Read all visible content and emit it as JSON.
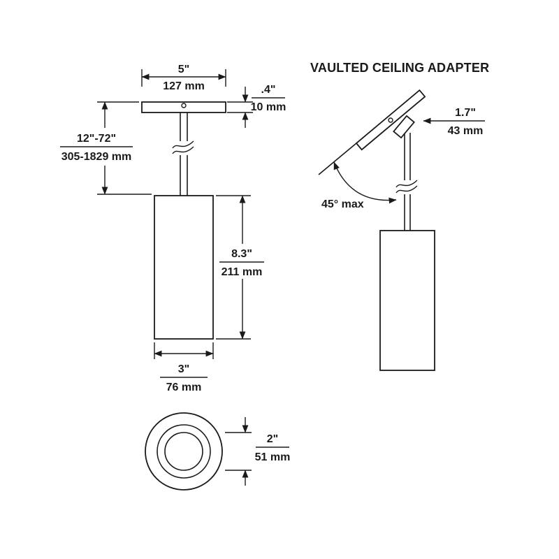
{
  "diagram": {
    "right_title": "VAULTED CEILING ADAPTER",
    "angle_note": "45° max",
    "dims": {
      "canopy_width_in": "5\"",
      "canopy_width_mm": "127 mm",
      "canopy_thickness_in": ".4\"",
      "canopy_thickness_mm": "10 mm",
      "suspension_in": "12\"-72\"",
      "suspension_mm": "305-1829 mm",
      "body_height_in": "8.3\"",
      "body_height_mm": "211 mm",
      "body_diameter_in": "3\"",
      "body_diameter_mm": "76 mm",
      "aperture_in": "2\"",
      "aperture_mm": "51 mm",
      "adapter_in": "1.7\"",
      "adapter_mm": "43 mm"
    }
  }
}
